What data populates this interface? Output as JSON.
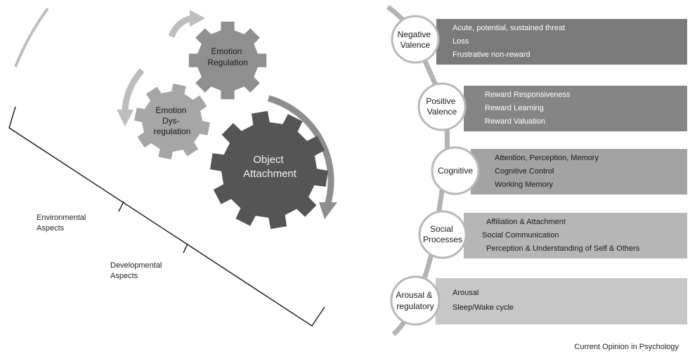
{
  "left_diagram": {
    "gears": {
      "emotion_regulation": {
        "lines": [
          "Emotion",
          "Regulation"
        ],
        "color": "#8f8f8f"
      },
      "emotion_dysregulation": {
        "lines": [
          "Emotion",
          "Dys-",
          "regulation"
        ],
        "color": "#a6a6a6"
      },
      "object_attachment": {
        "lines": [
          "Object",
          "Attachment"
        ],
        "color": "#555555"
      }
    },
    "axis_labels": {
      "environmental": [
        "Environmental",
        "Aspects"
      ],
      "developmental": [
        "Developmental",
        "Aspects"
      ]
    }
  },
  "domains": [
    {
      "name_lines": [
        "Negative",
        "Valence"
      ],
      "items": [
        "Acute, potential, sustained threat",
        "Loss",
        "Frustrative non-reward"
      ],
      "band_color": "#7a7a7a"
    },
    {
      "name_lines": [
        "Positive",
        "Valence"
      ],
      "items": [
        "Reward Responsiveness",
        "Reward Learning",
        "Reward Valuation"
      ],
      "band_color": "#858585"
    },
    {
      "name_lines": [
        "Cognitive"
      ],
      "items": [
        "Attention, Perception, Memory",
        "Cognitive Control",
        "Working Memory"
      ],
      "band_color": "#a3a3a3"
    },
    {
      "name_lines": [
        "Social",
        "Processes"
      ],
      "items": [
        "Affiliation & Attachment",
        "Social Communication",
        "Perception & Understanding of Self & Others"
      ],
      "band_color": "#b6b6b6"
    },
    {
      "name_lines": [
        "Arousal &",
        "regulatory"
      ],
      "items": [
        "Arousal",
        "Sleep/Wake cycle"
      ],
      "band_color": "#c7c7c7"
    }
  ],
  "footer": "Current Opinion in Psychology"
}
